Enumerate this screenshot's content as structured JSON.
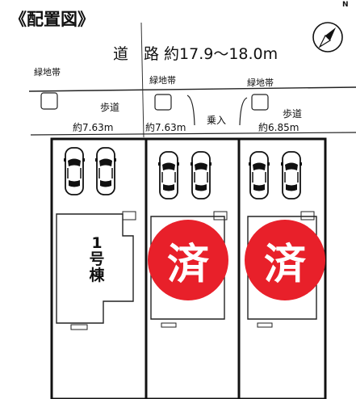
{
  "title": "《配置図》",
  "road_label": "道　路 約17.9～18.0m",
  "green_belt_label": "緑地帯",
  "sidewalk_label": "歩道",
  "entrance_label": "乗入",
  "lots": [
    {
      "frontage": "約7.63m",
      "building": [
        "1",
        "号",
        "棟"
      ],
      "sold": false
    },
    {
      "frontage": "約7.63m",
      "sold": true,
      "sold_label": "済"
    },
    {
      "frontage": "約6.85m",
      "sold": true,
      "sold_label": "済"
    }
  ],
  "compass": {
    "north_label": "N",
    "icon": "north-compass-icon"
  }
}
